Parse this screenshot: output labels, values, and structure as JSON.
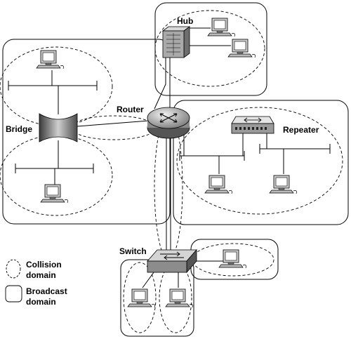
{
  "labels": {
    "hub": "Hub",
    "router": "Router",
    "bridge": "Bridge",
    "repeater": "Repeater",
    "switch": "Switch"
  },
  "legend": {
    "collision_line1": "Collision",
    "collision_line2": "domain",
    "broadcast_line1": "Broadcast",
    "broadcast_line2": "domain"
  }
}
